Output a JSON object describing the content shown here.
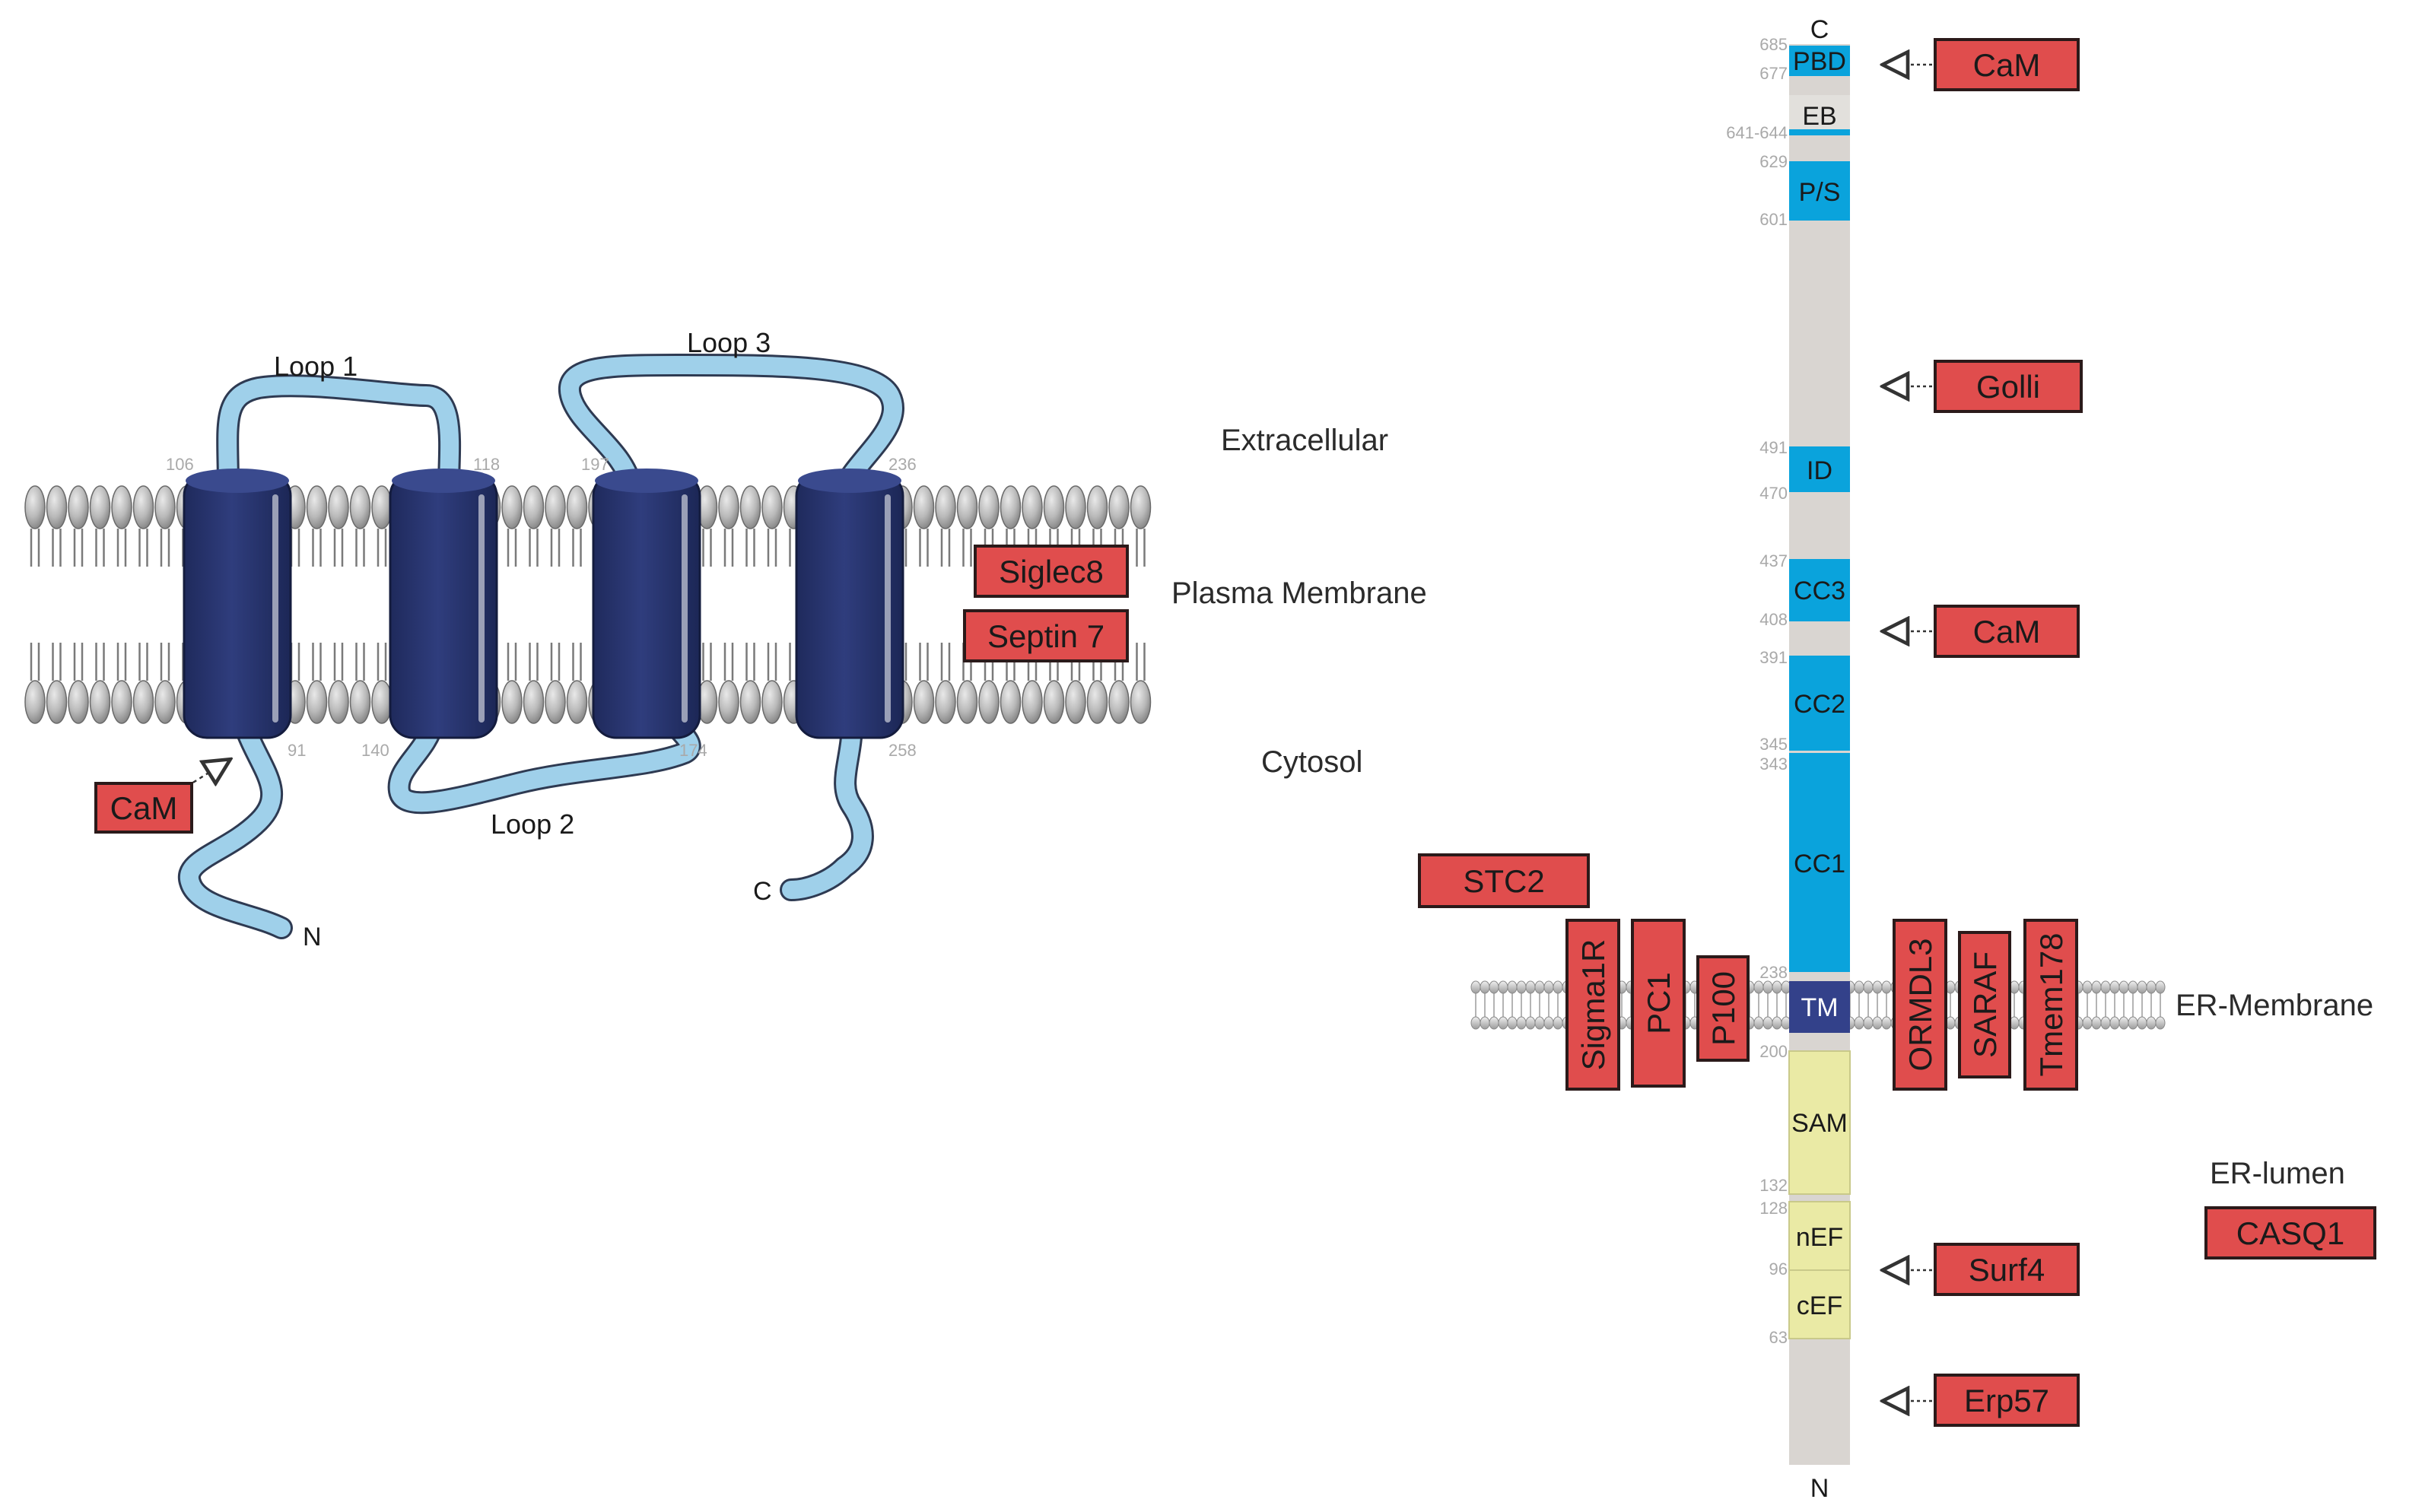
{
  "colors": {
    "partner_box": "#e04d4d",
    "partner_border": "#2b1a1a",
    "helix": "#2d3b78",
    "loop": "#9fd0ea",
    "domain_blue": "#0aa3dc",
    "domain_yellow": "#eaeaa5",
    "stalk": "#d9d5d1",
    "tm_domain": "#33418a",
    "lipid": "#9a9a9a"
  },
  "left_panel": {
    "loop_labels": [
      "Loop 1",
      "Loop 2",
      "Loop 3"
    ],
    "residue_numbers": [
      "106",
      "91",
      "118",
      "140",
      "197",
      "174",
      "236",
      "258"
    ],
    "n_terminus": "N",
    "c_terminus": "C",
    "compartments": [
      "Extracellular",
      "Plasma Membrane",
      "Cytosol"
    ],
    "partners": [
      "CaM",
      "Siglec8",
      "Septin 7"
    ]
  },
  "right_panel": {
    "c_terminus": "C",
    "n_terminus": "N",
    "domains": [
      "PBD",
      "EB",
      "P/S",
      "ID",
      "CC3",
      "CC2",
      "CC1",
      "TM",
      "SAM",
      "nEF",
      "cEF"
    ],
    "residue_numbers": [
      "685",
      "677",
      "641-644",
      "629",
      "601",
      "491",
      "470",
      "437",
      "408",
      "391",
      "345",
      "343",
      "238",
      "200",
      "132",
      "128",
      "96",
      "63"
    ],
    "compartments": [
      "ER-Membrane",
      "ER-lumen"
    ],
    "cytosolic_partners": [
      "CaM",
      "Golli",
      "CaM"
    ],
    "membrane_partners": [
      "STC2",
      "Sigma1R",
      "PC1",
      "P100",
      "ORMDL3",
      "SARAF",
      "Tmem178"
    ],
    "lumen_partners": [
      "Surf4",
      "Erp57",
      "CASQ1"
    ]
  }
}
